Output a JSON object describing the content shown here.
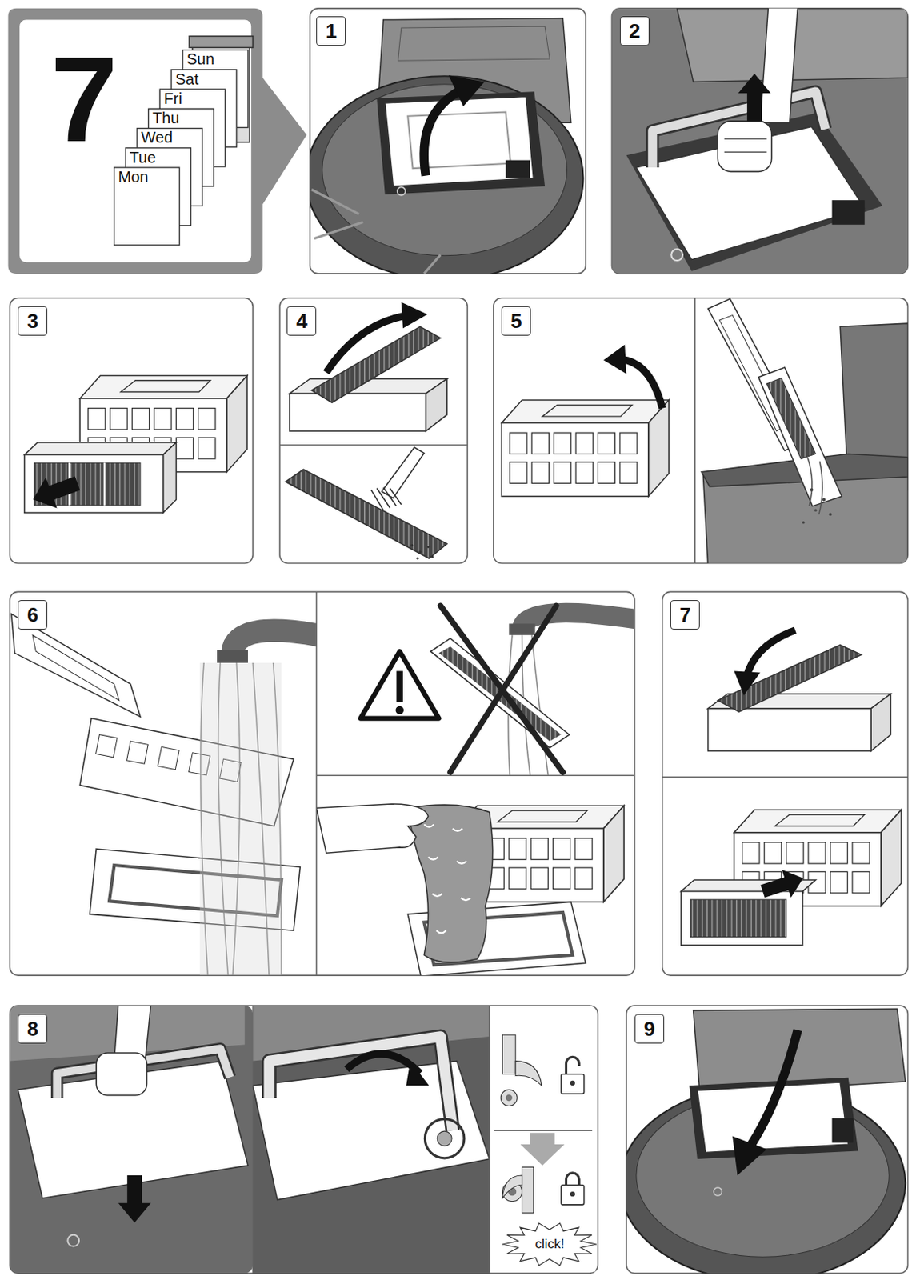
{
  "diagram": {
    "nodes": [
      {
        "text": [
          "1"
        ]
      },
      {
        "text": [
          "2"
        ]
      },
      {
        "text": [
          "3"
        ]
      },
      {
        "text": [
          "4"
        ]
      },
      {
        "text": [
          "5"
        ]
      },
      {
        "text": [
          "6"
        ]
      },
      {
        "text": [
          "7"
        ]
      },
      {
        "text": [
          "8"
        ]
      },
      {
        "text": [
          "click!"
        ]
      },
      {
        "text": [
          "9"
        ]
      }
    ],
    "labels": [
      "7",
      "Sun",
      "Sat",
      "Fri",
      "Thu",
      "Wed",
      "Tue",
      "Mon"
    ]
  }
}
